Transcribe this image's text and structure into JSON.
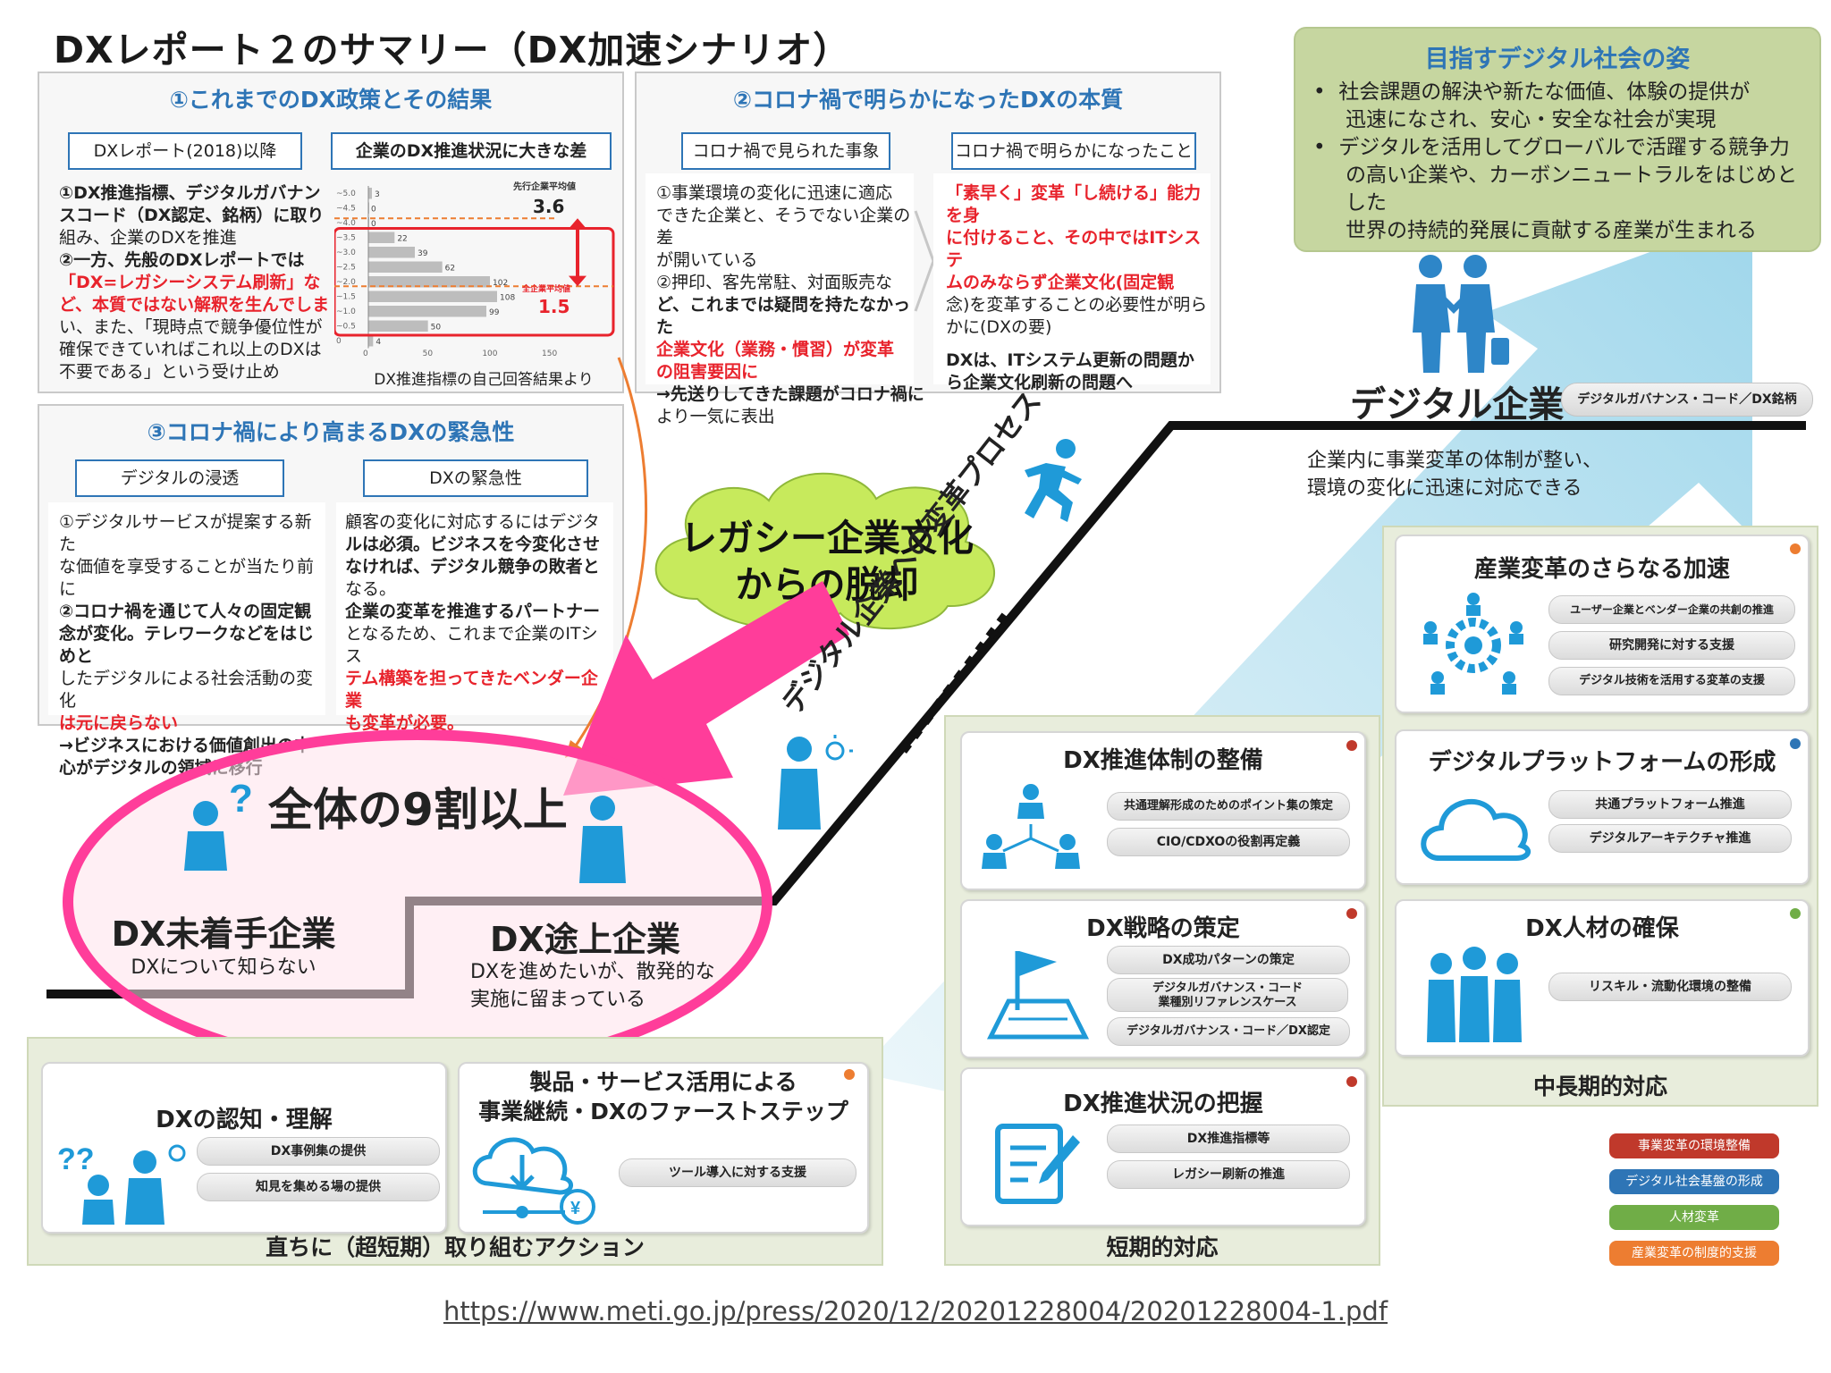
{
  "title": "DXレポート２のサマリー（DX加速シナリオ）",
  "panel1": {
    "title": "①これまでのDX政策とその結果",
    "box_left": "DXレポート(2018)以降",
    "box_right": "企業のDX推進状況に大きな差",
    "text_lines": [
      "①DX推進指標、デジタルガバナン",
      "スコード（DX認定、銘柄）に取り",
      "組み、企業のDXを推進",
      "②一方、先般のDXレポートでは",
      "「DX=レガシーシステム刷新」な",
      "ど、本質ではない解釈を生んでしま",
      "い、また、「現時点で競争優位性が",
      "確保できていればこれ以上のDXは",
      "不要である」という受け止め"
    ],
    "chart_caption": "DX推進指標の自己回答結果より",
    "chart_top_label": "先行企業平均値",
    "chart_top_value": "3.6",
    "chart_bottom_label": "全企業平均値",
    "chart_bottom_value": "1.5"
  },
  "chart_data": {
    "type": "bar",
    "categories": [
      "~5.0",
      "~4.5",
      "~4.0",
      "~3.5",
      "~3.0",
      "~2.5",
      "~2.0",
      "~1.5",
      "~1.0",
      "~0.5",
      "0"
    ],
    "values": [
      3,
      0,
      0,
      22,
      39,
      62,
      102,
      108,
      99,
      50,
      4
    ],
    "xticks": [
      "0",
      "50",
      "100",
      "150"
    ],
    "xlim": [
      0,
      150
    ]
  },
  "panel2": {
    "title": "②コロナ禍で明らかになったDXの本質",
    "box_left": "コロナ禍で見られた事象",
    "box_right": "コロナ禍で明らかになったこと",
    "left_lines": [
      "①事業環境の変化に迅速に適応",
      "できた企業と、そうでない企業の差",
      "が開いている",
      "②押印、客先常駐、対面販売な",
      "ど、これまでは疑問を持たなかった",
      "企業文化（業務・慣習）が変革",
      "の阻害要因に",
      "→先送りしてきた課題がコロナ禍に",
      "より一気に表出"
    ],
    "right_lines": [
      "「素早く」変革「し続ける」能力を身",
      "に付けること、その中ではITシステ",
      "ムのみならず企業文化(固定観",
      "念)を変革することの必要性が明ら",
      "かに(DXの要)"
    ],
    "right_lines2": [
      "DXは、ITシステム更新の問題か",
      "ら企業文化刷新の問題へ"
    ]
  },
  "panel3": {
    "title": "③コロナ禍により高まるDXの緊急性",
    "box_left": "デジタルの浸透",
    "box_right": "DXの緊急性",
    "left_lines": [
      "①デジタルサービスが提案する新た",
      "な価値を享受することが当たり前に",
      "②コロナ禍を通じて人々の固定観",
      "念が変化。テレワークなどをはじめと",
      "したデジタルによる社会活動の変化",
      "は元に戻らない",
      "→ビジネスにおける価値創出の中",
      "心がデジタルの領域に移行"
    ],
    "right_lines": [
      "顧客の変化に対応するにはデジタ",
      "ルは必須。ビジネスを今変化させ",
      "なければ、デジタル競争の敗者と",
      "なる。",
      "企業の変革を推進するパートナー",
      "となるため、これまで企業のITシス",
      "テム構築を担ってきたベンダー企業",
      "も変革が必要。"
    ]
  },
  "society": {
    "title": "目指すデジタル社会の姿",
    "bullet1_lines": [
      "社会課題の解決や新たな価値、体験の提供が",
      "迅速になされ、安心・安全な社会が実現"
    ],
    "bullet2_lines": [
      "デジタルを活用してグローバルで活躍する競争力",
      "の高い企業や、カーボンニュートラルをはじめとした",
      "世界の持続的発展に貢献する産業が生まれる"
    ]
  },
  "digital_company": {
    "label": "デジタル企業",
    "badge": "デジタルガバナンス・コード／DX銘柄",
    "desc_lines": [
      "企業内に事業変革の体制が整い、",
      "環境の変化に迅速に対応できる"
    ]
  },
  "cloud_lines": [
    "レガシー企業文化",
    "からの脱却"
  ],
  "process_label": "デジタル企業への変革プロセス",
  "stages": {
    "majority": "全体の9割以上",
    "not_started": "DX未着手企業",
    "not_started_sub": "DXについて知らない",
    "in_progress": "DX途上企業",
    "in_progress_sub_lines": [
      "DXを進めたいが、散発的な",
      "実施に留まっている"
    ]
  },
  "immediate": {
    "footer": "直ちに（超短期）取り組むアクション",
    "card1": {
      "title": "DXの認知・理解",
      "items": [
        "DX事例集の提供",
        "知見を集める場の提供"
      ]
    },
    "card2": {
      "title_lines": [
        "製品・サービス活用による",
        "事業継続・DXのファーストステップ"
      ],
      "items": [
        "ツール導入に対する支援"
      ]
    }
  },
  "short_term": {
    "footer": "短期的対応",
    "card1": {
      "title": "DX推進体制の整備",
      "items": [
        "共通理解形成のためのポイント集の策定",
        "CIO/CDXOの役割再定義"
      ]
    },
    "card2": {
      "title": "DX戦略の策定",
      "items": [
        "DX成功パターンの策定",
        "デジタルガバナンス・コード\n業種別リファレンスケース",
        "デジタルガバナンス・コード／DX認定"
      ]
    },
    "card3": {
      "title": "DX推進状況の把握",
      "items": [
        "DX推進指標等",
        "レガシー刷新の推進"
      ]
    }
  },
  "mid_long": {
    "footer": "中長期的対応",
    "card1": {
      "title": "産業変革のさらなる加速",
      "items": [
        "ユーザー企業とベンダー企業の共創の推進",
        "研究開発に対する支援",
        "デジタル技術を活用する変革の支援"
      ]
    },
    "card2": {
      "title": "デジタルプラットフォームの形成",
      "items": [
        "共通プラットフォーム推進",
        "デジタルアーキテクチャ推進"
      ]
    },
    "card3": {
      "title": "DX人材の確保",
      "items": [
        "リスキル・流動化環境の整備"
      ]
    }
  },
  "legend": [
    {
      "label": "事業変革の環境整備",
      "color": "#c0392b"
    },
    {
      "label": "デジタル社会基盤の形成",
      "color": "#2e75b6"
    },
    {
      "label": "人材変革",
      "color": "#70ad47"
    },
    {
      "label": "産業変革の制度的支援",
      "color": "#ed7d31"
    }
  ],
  "source_url": "https://www.meti.go.jp/press/2020/12/20201228004/20201228004-1.pdf",
  "colors": {
    "accent_blue": "#2e75b6",
    "red": "#e8232c",
    "pink": "#ff3d9a",
    "green_bg": "#e8eddc",
    "cloud": "#c7ea5c",
    "society_bg": "#c6d6a0"
  }
}
